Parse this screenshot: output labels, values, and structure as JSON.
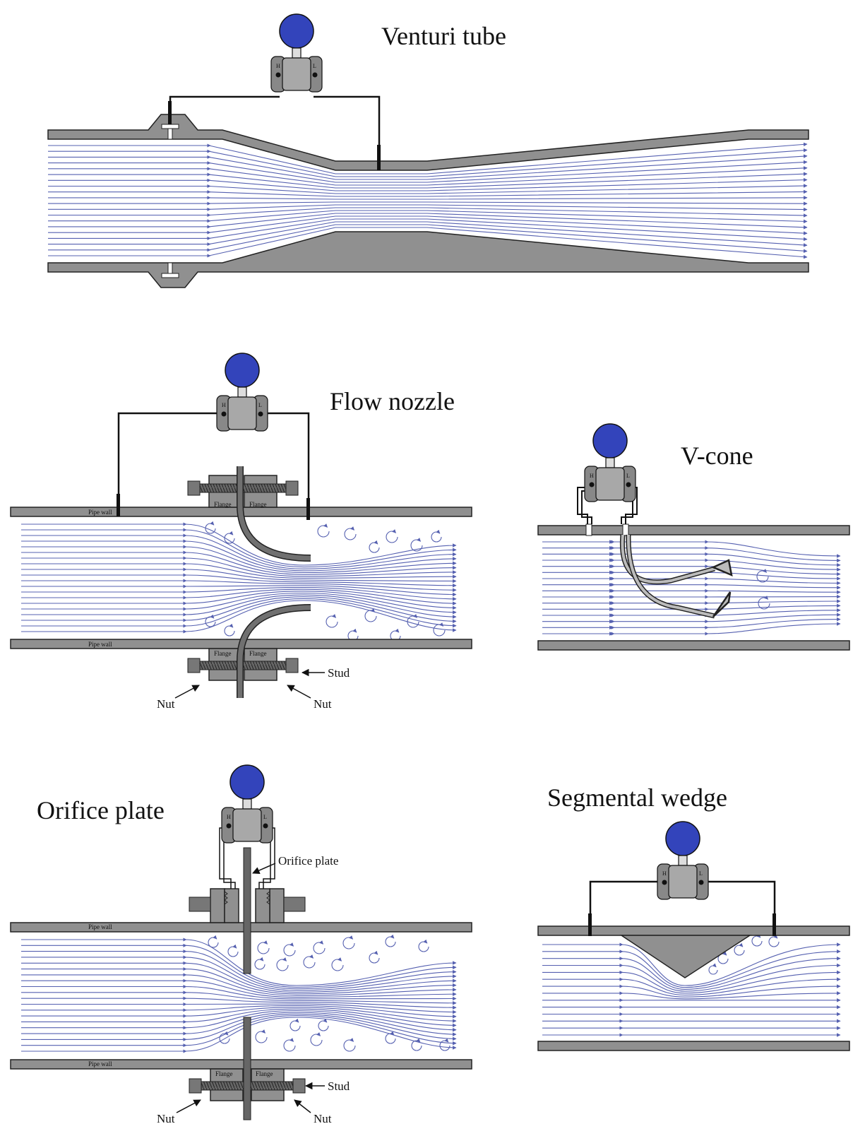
{
  "titles": {
    "venturi": "Venturi tube",
    "nozzle": "Flow nozzle",
    "vcone": "V-cone",
    "orifice": "Orifice plate",
    "wedge": "Segmental wedge"
  },
  "labels": {
    "pipe_wall": "Pipe wall",
    "flange": "Flange",
    "stud": "Stud",
    "nut": "Nut",
    "orifice_plate": "Orifice plate",
    "high": "H",
    "low": "L"
  },
  "colors": {
    "flow": "#5560b0",
    "pipe": "#909090",
    "outline": "#222222",
    "gauge": "#3344bb",
    "body": "#a8a8a8"
  }
}
